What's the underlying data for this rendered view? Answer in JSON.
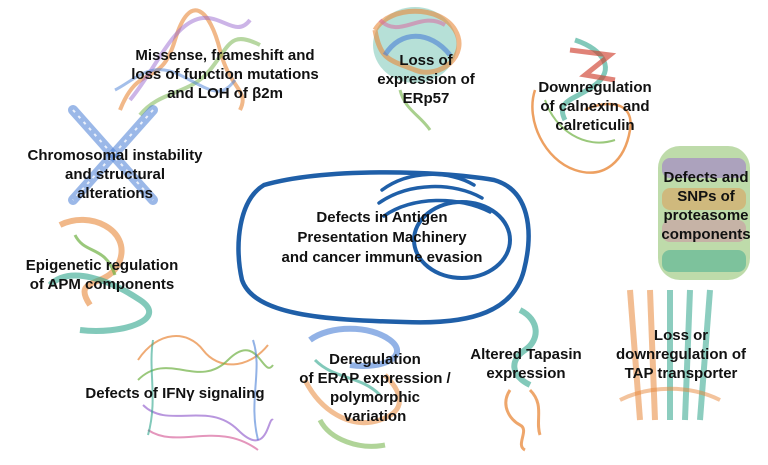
{
  "center": {
    "lines": [
      "Defects in Antigen",
      "Presentation Machinery",
      "and cancer immune evasion"
    ]
  },
  "labels": [
    {
      "id": "b2m",
      "lines": [
        "Missense, frameshift and",
        "loss of function mutations",
        "and LOH of β2m"
      ]
    },
    {
      "id": "erp57",
      "lines": [
        "Loss of",
        "expression of",
        "ERp57"
      ]
    },
    {
      "id": "calnexin",
      "lines": [
        "Downregulation",
        "of calnexin and",
        "calreticulin"
      ]
    },
    {
      "id": "proteasome",
      "lines": [
        "Defects and",
        "SNPs of",
        "proteasome",
        "components"
      ]
    },
    {
      "id": "chromosomal",
      "lines": [
        "Chromosomal instability",
        "and structural",
        "alterations"
      ]
    },
    {
      "id": "epigenetic",
      "lines": [
        "Epigenetic regulation",
        "of APM components"
      ]
    },
    {
      "id": "ifn",
      "lines": [
        "Defects of IFNγ signaling"
      ]
    },
    {
      "id": "erap",
      "lines": [
        "Deregulation",
        "of ERAP expression /",
        "polymorphic",
        "variation"
      ]
    },
    {
      "id": "tapasin",
      "lines": [
        "Altered Tapasin",
        "expression"
      ]
    },
    {
      "id": "tap",
      "lines": [
        "Loss or",
        "downregulation of",
        "TAP transporter"
      ]
    }
  ],
  "colors": {
    "cell_outline": "#1f5fa8",
    "text": "#111111",
    "protein_orange": "#e8883a",
    "protein_teal": "#2fa58c",
    "protein_blue": "#4a7fd6",
    "protein_purple": "#9a6ad0",
    "protein_green": "#6fb043",
    "protein_pink": "#d86aa0"
  }
}
